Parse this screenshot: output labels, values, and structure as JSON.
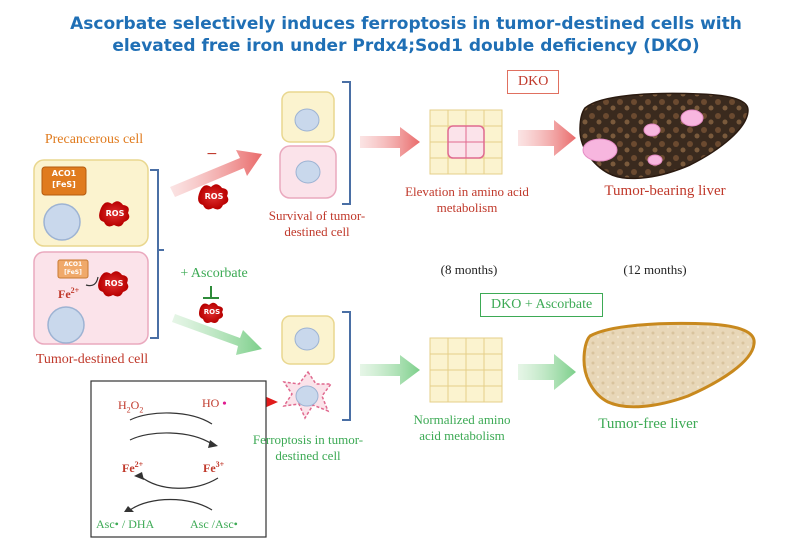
{
  "title": {
    "line1": "Ascorbate selectively induces ferroptosis in tumor-destined cells with",
    "line2": "elevated free iron under Prdx4;Sod1 double deficiency (DKO)"
  },
  "left": {
    "precancerous_label": "Precancerous cell",
    "tumor_destined_label": "Tumor-destined cell",
    "aco1_label": "ACO1",
    "fes_label": "[FeS]",
    "ros_label": "ROS",
    "fe2_label": "Fe",
    "fe2_sup": "2+",
    "minus_sign": "−",
    "ascorbate_label": "+ Ascorbate"
  },
  "top_path": {
    "survival_label": "Survival of tumor-destined cell",
    "elevation_label": "Elevation in amino acid metabolism",
    "dko_label": "DKO",
    "tumor_liver_label": "Tumor-bearing liver"
  },
  "timeline": {
    "months8": "(8 months)",
    "months12": "(12 months)"
  },
  "bottom_path": {
    "ferroptosis_label": "Ferroptosis in tumor-destined cell",
    "normalized_label": "Normalized amino acid metabolism",
    "dko_asc_label": "DKO + Ascorbate",
    "tumor_free_label": "Tumor-free liver"
  },
  "inset": {
    "h2o2": "H",
    "h2o2_sub1": "2",
    "h2o2_o": "O",
    "h2o2_sub2": "2",
    "ho": "HO",
    "fe2": "Fe",
    "fe2_sup": "2+",
    "fe3": "Fe",
    "fe3_sup": "3+",
    "asc_dha": "Asc• / DHA",
    "asc_asc": "Asc /Asc•"
  },
  "colors": {
    "title": "#1f6fb5",
    "red": "#c0392b",
    "green": "#3daa55",
    "orange": "#e07b1e",
    "bracket": "#4a6fa5"
  }
}
